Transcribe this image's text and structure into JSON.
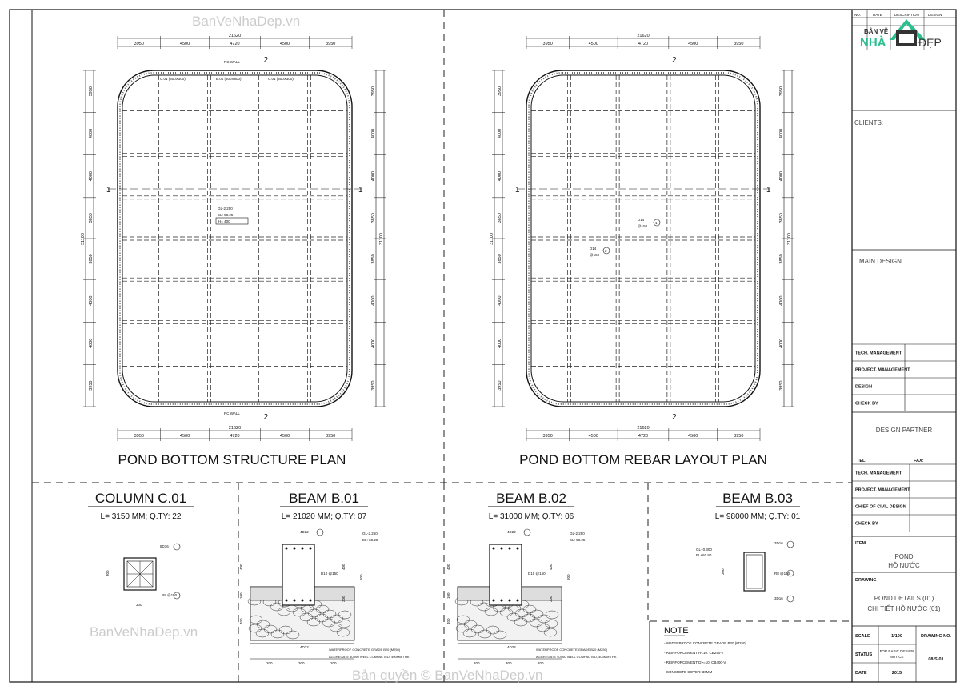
{
  "watermarks": {
    "top": "BanVeNhaDep.vn",
    "bottom_left": "BanVeNhaDep.vn",
    "bottom_center": "Bản quyền © BanVeNhaDep.vn"
  },
  "logo": {
    "line1": "BẢN VẼ",
    "line2": "NHÀ",
    "line3": "ĐẸP",
    "accent": "#2bbf8f",
    "dark": "#333333"
  },
  "plans": [
    {
      "title": "POND BOTTOM STRUCTURE PLAN",
      "total_width": "21620",
      "total_height": "31100",
      "col_dims": [
        "3950",
        "4500",
        "4720",
        "4500",
        "3950"
      ],
      "row_dims": [
        "3950",
        "4000",
        "4000",
        "3850",
        "3850",
        "4000",
        "4000",
        "3950"
      ],
      "section_marks": [
        "1",
        "2"
      ],
      "beam_labels": [
        "C.01 (300X300)",
        "B.01 (300X800)",
        "C.01 (300X300)"
      ],
      "level_note": {
        "gl": "GL-2.250",
        "el": "EL+58.25",
        "h": "H= 400"
      },
      "wall_label": "RC WALL"
    },
    {
      "title": "POND BOTTOM REBAR LAYOUT PLAN",
      "total_width": "21620",
      "total_height": "31100",
      "col_dims": [
        "3950",
        "4500",
        "4720",
        "4500",
        "3950"
      ],
      "row_dims": [
        "3950",
        "4000",
        "4000",
        "3850",
        "3850",
        "4000",
        "4000",
        "3950"
      ],
      "section_marks": [
        "1",
        "2"
      ],
      "rebar_labels": [
        {
          "bar": "D14",
          "spacing": "@150",
          "mark": "1"
        },
        {
          "bar": "D14",
          "spacing": "@150",
          "mark": "2"
        }
      ]
    }
  ],
  "details": [
    {
      "title": "COLUMN C.01",
      "subtitle": "L= 3150 MM; Q.TY: 22",
      "rebar": "8D16",
      "stirrup": "R8 @150",
      "dims": [
        "300",
        "300"
      ]
    },
    {
      "title": "BEAM B.01",
      "subtitle": "L= 21020 MM; Q.TY: 07",
      "top_bar": "4D22",
      "bot_bar": "4D22",
      "stirrup": "D10 @150",
      "gl": "GL-2.250",
      "el": "EL+58.25",
      "dims_v": [
        "400",
        "100",
        "400"
      ],
      "dims_v2": [
        "400",
        "200",
        "600"
      ],
      "dims_h": [
        "200",
        "300",
        "200"
      ],
      "notes": [
        "WATERPROOF CONCRETE GRADE B20 (M250)",
        "AGGREGATE 40X60 WELL COMPACTED, 400MM THK"
      ]
    },
    {
      "title": "BEAM B.02",
      "subtitle": "L= 31000 MM; Q.TY: 06",
      "top_bar": "4D22",
      "bot_bar": "4D22",
      "stirrup": "D10 @150",
      "gl": "GL-2.250",
      "el": "EL+58.25",
      "dims_v": [
        "400",
        "100",
        "400"
      ],
      "dims_v2": [
        "400",
        "200",
        "600"
      ],
      "dims_h": [
        "200",
        "300",
        "200"
      ],
      "notes": [
        "WATERPROOF CONCRETE GRADE B20 (M250)",
        "AGGREGATE 40X60 WELL COMPACTED, 400MM THK"
      ]
    },
    {
      "title": "BEAM B.03",
      "subtitle": "L= 98000 MM; Q.TY: 01",
      "top_bar": "3D16",
      "bot_bar": "3D16",
      "stirrup": "R8 @150",
      "gl": "GL+0.300",
      "el": "EL+60.80",
      "dims_v": [
        "300"
      ]
    }
  ],
  "note": {
    "title": "NOTE",
    "items": [
      "- WATERPROOF CONCRETE GRADE B20 (M250)",
      "- REINFORCEMENT R<10: CB240-T",
      "- REINFORCEMENT D>=10: CB400-V",
      "- CONCRETE COVER: 30MM"
    ]
  },
  "title_block": {
    "rev_headers": [
      "NO.",
      "DATE",
      "DESCRIPTION",
      "DESIGN"
    ],
    "clients_label": "CLIENTS:",
    "main_design_label": "MAIN DESIGN",
    "main_rows": [
      "TECH. MANAGEMENT",
      "PROJECT. MANAGEMENT",
      "DESIGN",
      "CHECK BY"
    ],
    "partner_label": "DESIGN PARTNER",
    "tel_label": "TEL:",
    "fax_label": "FAX:",
    "partner_rows": [
      "TECH. MANAGEMENT",
      "PROJECT. MANAGEMENT",
      "CHIEF OF CIVIL DESIGN",
      "CHECK BY"
    ],
    "item_label": "ITEM",
    "item_value_1": "POND",
    "item_value_2": "HỒ NƯỚC",
    "drawing_label": "DRAWING",
    "drawing_value_1": "POND DETAILS (01)",
    "drawing_value_2": "CHI TIẾT HỒ NƯỚC (01)",
    "scale_label": "SCALE",
    "scale_value": "1/100",
    "drawing_no_label": "DRAWING NO.",
    "drawing_no_value": "08/S-01",
    "status_label": "STATUS",
    "status_value": "FOR BASIC DESIGN",
    "status_value_2": "NOTICE",
    "date_label": "DATE",
    "date_value": "2015"
  }
}
